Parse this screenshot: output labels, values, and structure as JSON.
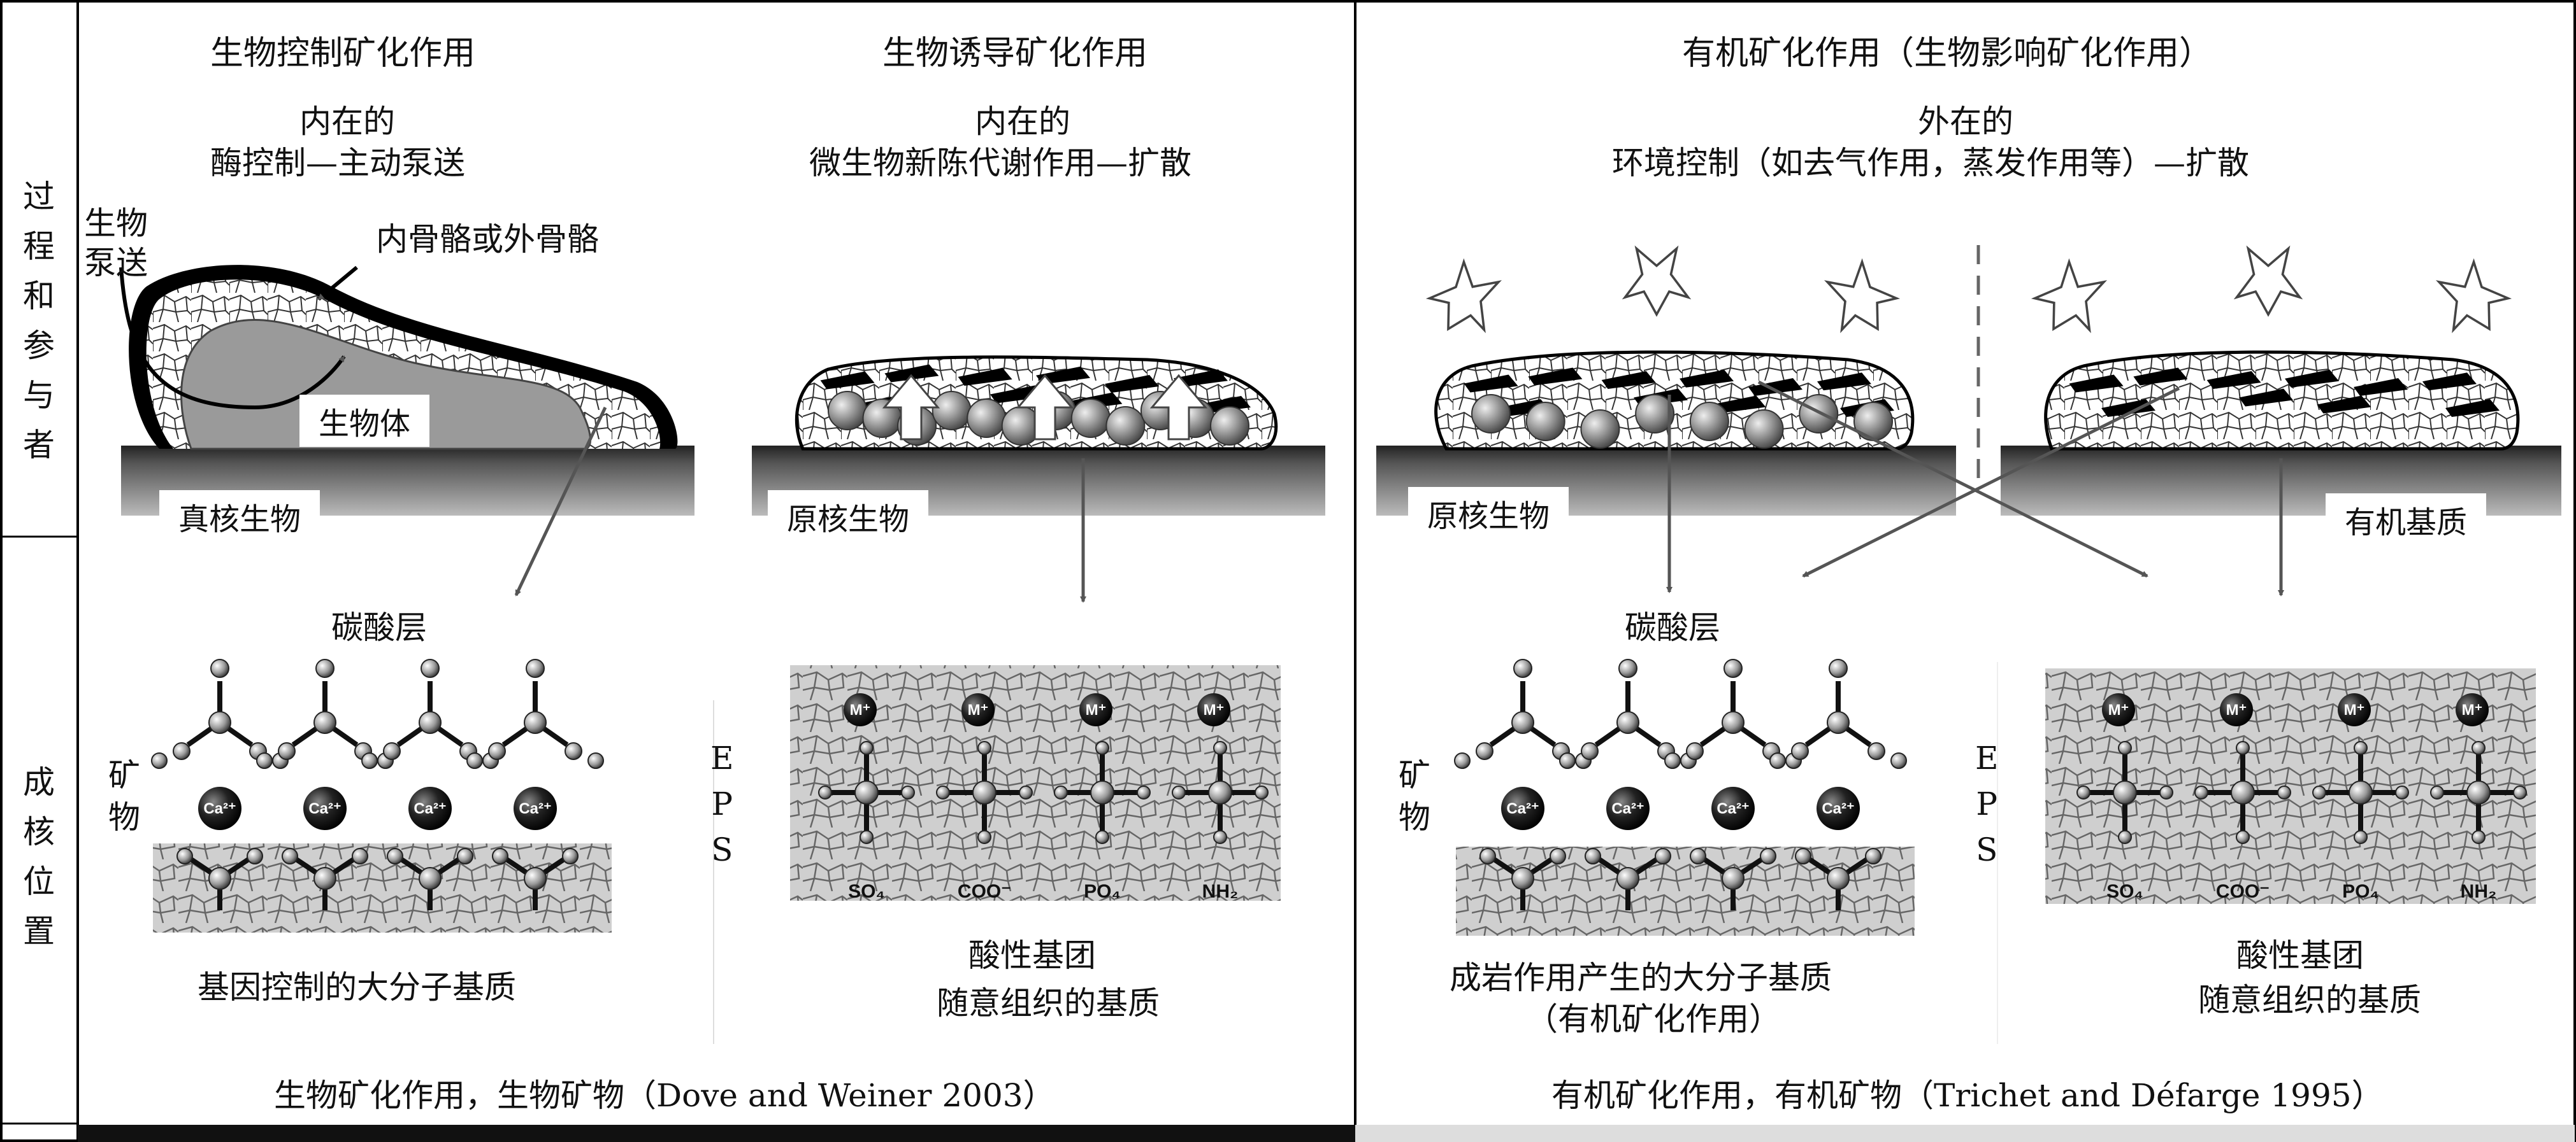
{
  "left_column": {
    "row1_label": [
      "过",
      "程",
      "和",
      "参",
      "与",
      "者"
    ],
    "row2_label": [
      "成",
      "核",
      "位",
      "置"
    ]
  },
  "panels": {
    "p1": {
      "title": "生物控制矿化作用",
      "line1": "内在的",
      "line2": "酶控制—主动泵送",
      "pump_label": [
        "生物",
        "泵送"
      ],
      "skeleton_label": "内骨骼或外骨骼",
      "organism_label": "生物体",
      "substrate_label": "真核生物",
      "carbonate_label": "碳酸层",
      "mineral_label": [
        "矿",
        "物"
      ],
      "ion_label": "Ca²⁺",
      "bottom_caption": "基因控制的大分子基质"
    },
    "p2": {
      "title": "生物诱导矿化作用",
      "line1": "内在的",
      "line2": "微生物新陈代谢作用—扩散",
      "substrate_label": "原核生物",
      "eps_label": [
        "E",
        "P",
        "S"
      ],
      "ion_label": "M⁺",
      "groups": [
        "SO₄",
        "COO⁻",
        "PO₄",
        "NH₂"
      ],
      "caption1": "酸性基团",
      "caption2": "随意组织的基质"
    },
    "p3": {
      "title": "有机矿化作用（生物影响矿化作用）",
      "line1": "外在的",
      "line2": "环境控制（如去气作用，蒸发作用等）—扩散",
      "substrate_left": "原核生物",
      "substrate_right": "有机基质",
      "carbonate_label": "碳酸层",
      "mineral_label": [
        "矿",
        "物"
      ],
      "ion_label": "Ca²⁺",
      "caption_left1": "成岩作用产生的大分子基质",
      "caption_left2": "（有机矿化作用）",
      "eps_label": [
        "E",
        "P",
        "S"
      ],
      "ion_label2": "M⁺",
      "groups": [
        "SO₄",
        "COO⁻",
        "PO₄",
        "NH₂"
      ],
      "caption_right1": "酸性基团",
      "caption_right2": "随意组织的基质"
    }
  },
  "footer": {
    "left": "生物矿化作用，生物矿物（Dove and Weiner 2003）",
    "right": "有机矿化作用，有机矿物（Trichet and Défarge 1995）"
  }
}
